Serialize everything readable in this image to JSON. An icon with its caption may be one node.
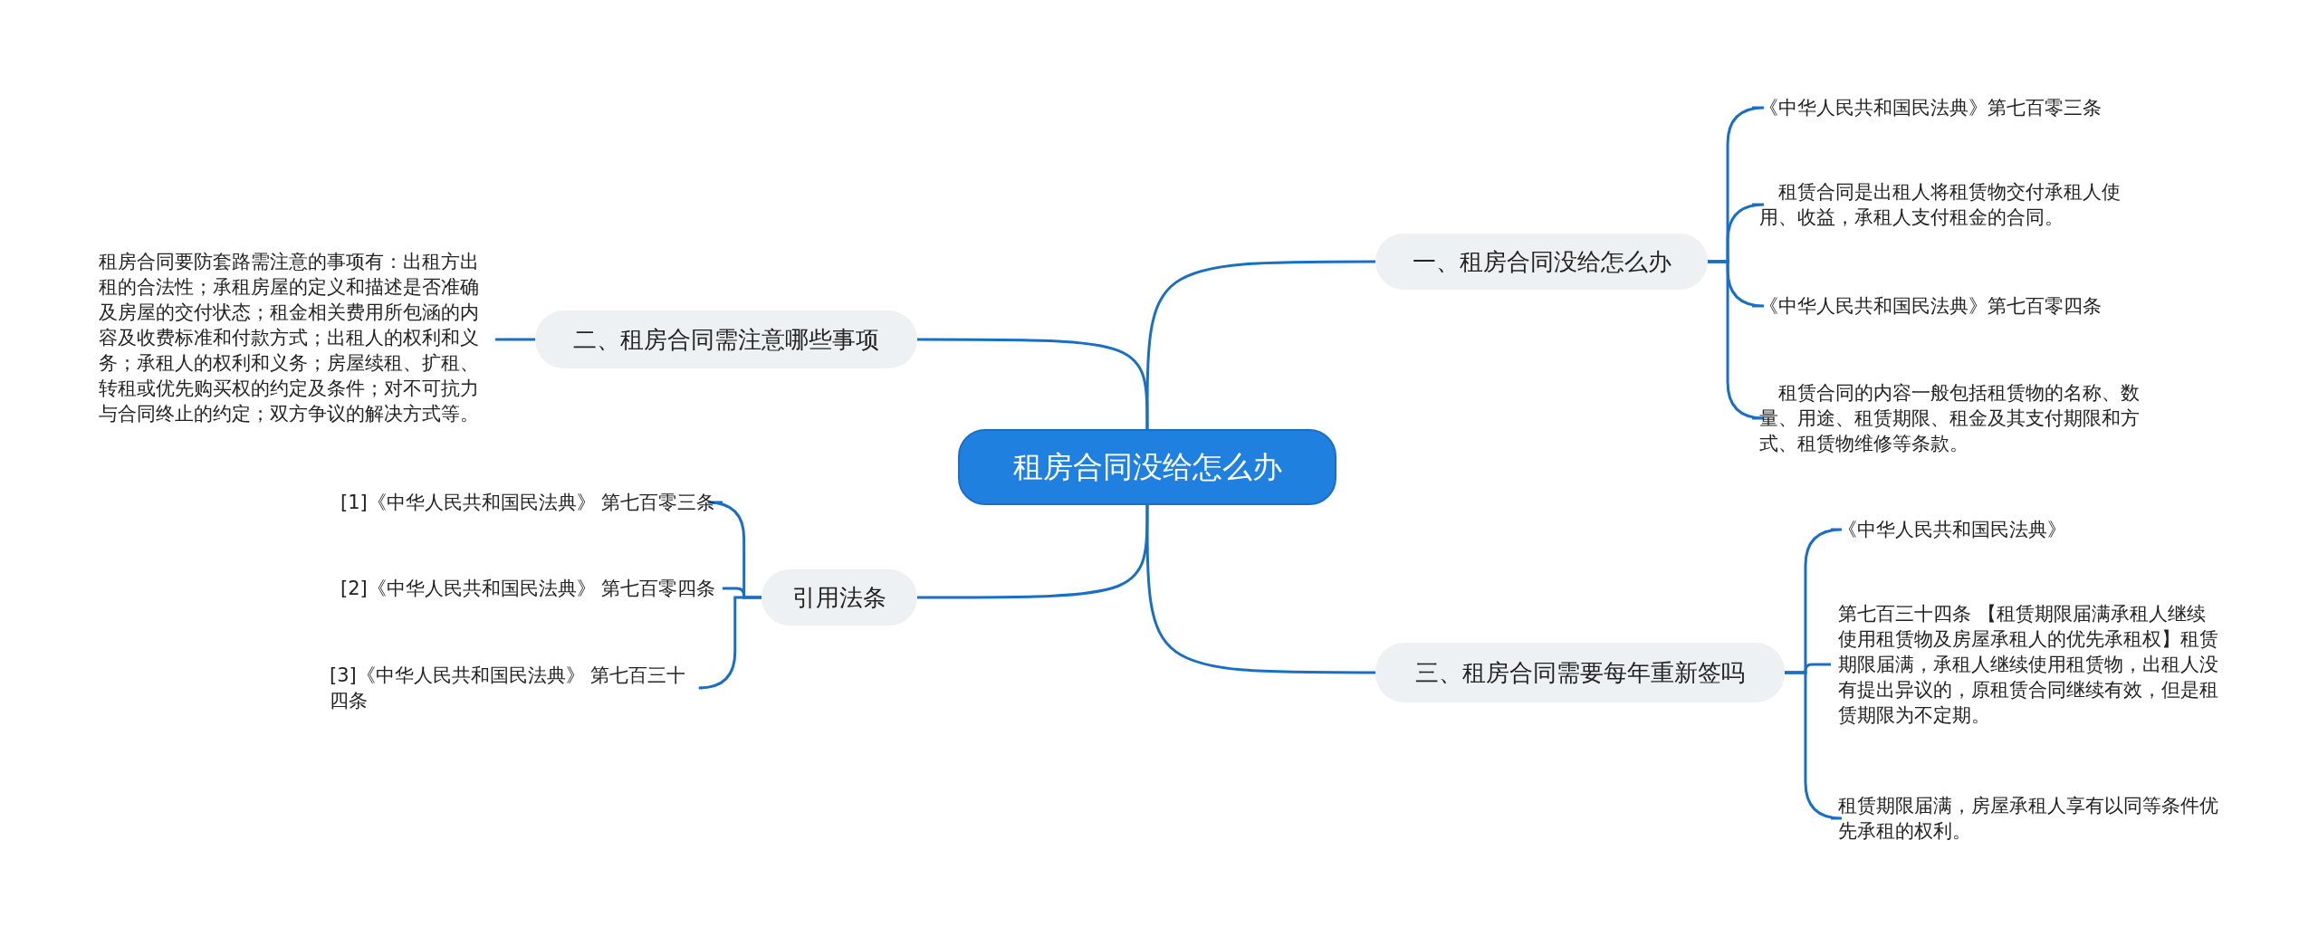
{
  "diagram": {
    "nodes": [
      {
        "text": [
          "租房合同没给怎么办"
        ]
      },
      {
        "text": [
          "一、租房合同没给怎么办"
        ]
      },
      {
        "text": [
          "《中华人民共和国民法典》第七百零三条"
        ]
      },
      {
        "text": [
          "租赁合同是出租人将租赁物交付承租人使用、收益，承租人支付租金的合同。"
        ]
      },
      {
        "text": [
          "《中华人民共和国民法典》第七百零四条"
        ]
      },
      {
        "text": [
          "租赁合同的内容一般包括租赁物的名称、数量、用途、租赁期限、租金及其支付期限和方式、租赁物维修等条款。"
        ]
      },
      {
        "text": [
          "二、租房合同需注意哪些事项"
        ]
      },
      {
        "text": [
          "租房合同要防套路需注意的事项有：出租方出租的合法性；承租房屋的定义和描述是否准确及房屋的交付状态；租金相关费用所包涵的内容及收费标准和付款方式；出租人的权利和义务；承租人的权利和义务；房屋续租、扩租、转租或优先购买权的约定及条件；对不可抗力与合同终止的约定；双方争议的解决方式等。"
        ]
      },
      {
        "text": [
          "引用法条"
        ]
      },
      {
        "text": [
          "[1]《中华人民共和国民法典》 第七百零三条"
        ]
      },
      {
        "text": [
          "[2]《中华人民共和国民法典》 第七百零四条"
        ]
      },
      {
        "text": [
          "[3]《中华人民共和国民法典》 第七百三十四条"
        ]
      },
      {
        "text": [
          "三、租房合同需要每年重新签吗"
        ]
      },
      {
        "text": [
          "《中华人民共和国民法典》"
        ]
      },
      {
        "text": [
          "第七百三十四条 【租赁期限届满承租人继续使用租赁物及房屋承租人的优先承租权】租赁期限届满，承租人继续使用租赁物，出租人没有提出异议的，原租赁合同继续有效，但是租赁期限为不定期。"
        ]
      },
      {
        "text": [
          "租赁期限届满，房屋承租人享有以同等条件优先承租的权利。"
        ]
      }
    ],
    "edges": [
      {
        "from": 0,
        "to": 1,
        "arrow": "none"
      },
      {
        "from": 1,
        "to": 2,
        "arrow": "none"
      },
      {
        "from": 1,
        "to": 3,
        "arrow": "none"
      },
      {
        "from": 1,
        "to": 4,
        "arrow": "none"
      },
      {
        "from": 1,
        "to": 5,
        "arrow": "none"
      },
      {
        "from": 0,
        "to": 6,
        "arrow": "none"
      },
      {
        "from": 6,
        "to": 7,
        "arrow": "none"
      },
      {
        "from": 0,
        "to": 8,
        "arrow": "none"
      },
      {
        "from": 8,
        "to": 9,
        "arrow": "none"
      },
      {
        "from": 8,
        "to": 10,
        "arrow": "none"
      },
      {
        "from": 8,
        "to": 11,
        "arrow": "none"
      },
      {
        "from": 0,
        "to": 12,
        "arrow": "none"
      },
      {
        "from": 12,
        "to": 13,
        "arrow": "none"
      },
      {
        "from": 12,
        "to": 14,
        "arrow": "none"
      },
      {
        "from": 12,
        "to": 15,
        "arrow": "none"
      }
    ]
  }
}
